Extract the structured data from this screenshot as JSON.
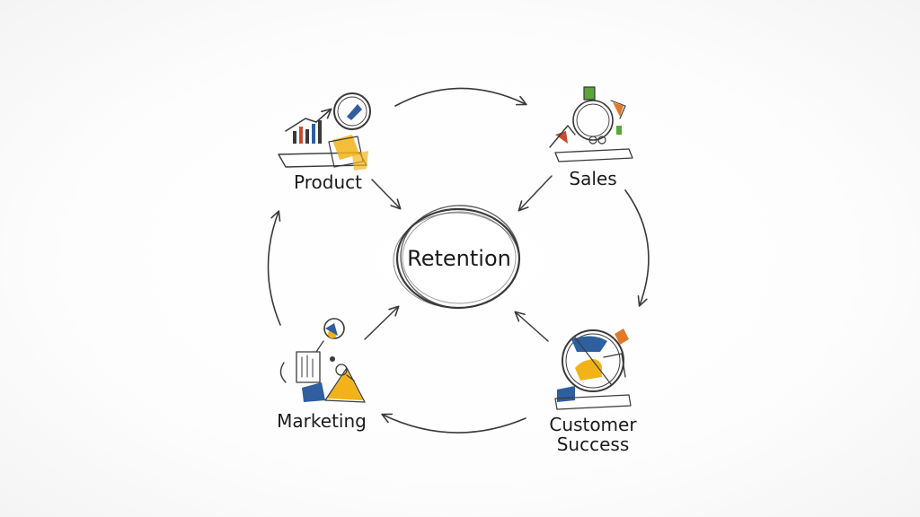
{
  "center": {
    "label": "Retention"
  },
  "nodes": {
    "product": {
      "label": "Product",
      "icon": "product-chart-icon"
    },
    "sales": {
      "label": "Sales",
      "icon": "sales-cycle-icon"
    },
    "customer_success": {
      "line1": "Customer",
      "line2": "Success",
      "icon": "customer-success-globe-icon"
    },
    "marketing": {
      "label": "Marketing",
      "icon": "marketing-megaphone-icon"
    }
  },
  "colors": {
    "ink": "#3a3a3a",
    "blue": "#2f5f9e",
    "yellow": "#f2b318",
    "orange": "#e07a2a",
    "green": "#5aa63a",
    "red": "#c94a2e"
  }
}
